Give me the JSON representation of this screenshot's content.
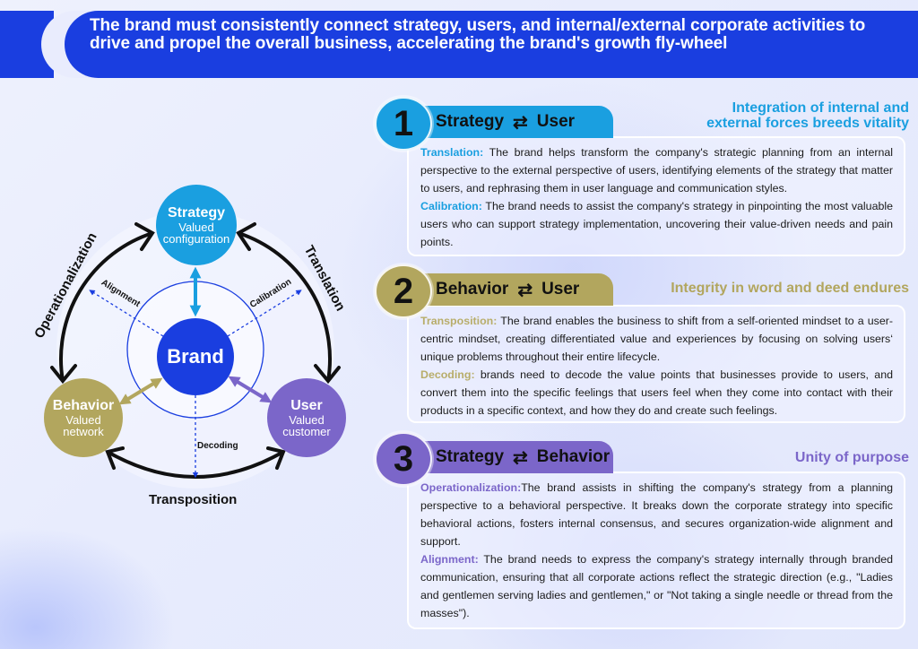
{
  "header": {
    "title": "The brand must consistently connect strategy, users, and internal/external corporate activities to drive and propel the overall business, accelerating the brand's growth fly-wheel"
  },
  "colors": {
    "brand_blue": "#1a3ee0",
    "strategy_blue": "#1a9fe0",
    "behavior_olive": "#b2a65e",
    "user_purple": "#7b66c9"
  },
  "diagram": {
    "nodes": {
      "strategy": {
        "title": "Strategy",
        "sub1": "Valued",
        "sub2": "configuration"
      },
      "brand": {
        "title": "Brand"
      },
      "behavior": {
        "title": "Behavior",
        "sub1": "Valued",
        "sub2": "network"
      },
      "user": {
        "title": "User",
        "sub1": "Valued",
        "sub2": "customer"
      }
    },
    "outer_labels": {
      "operationalization": "Operationalization",
      "translation": "Translation",
      "transposition": "Transposition"
    },
    "inner_labels": {
      "alignment": "Alignment",
      "calibration": "Calibration",
      "decoding": "Decoding"
    }
  },
  "sections": [
    {
      "number": "1",
      "left": "Strategy",
      "arrow": "⇄",
      "right": "User",
      "tagline_line1": "Integration of internal and",
      "tagline_line2": "external forces breeds vitality",
      "items": [
        {
          "keyword": "Translation:",
          "text": " The brand helps transform the company's strategic planning from an internal perspective to the external perspective of users, identifying elements of the strategy that matter to users, and rephrasing them in user language and communication styles."
        },
        {
          "keyword": "Calibration:",
          "text": " The brand needs to assist the company's strategy in pinpointing the most valuable users who can support strategy implementation, uncovering their value-driven needs and pain points."
        }
      ]
    },
    {
      "number": "2",
      "left": "Behavior",
      "arrow": "⇄",
      "right": "User",
      "tagline_line1": "Integrity in word and deed endures",
      "tagline_line2": "",
      "items": [
        {
          "keyword": "Transposition:",
          "text": " The brand enables the business to shift from a self-oriented mindset to a user-centric mindset, creating differentiated value and experiences by focusing on solving users‘ unique problems throughout their entire lifecycle."
        },
        {
          "keyword": "Decoding:",
          "text": " brands need to decode the value points that businesses provide to users, and convert them into the specific feelings that users feel when they come into contact with their products in a specific context, and how they do and create such feelings."
        }
      ]
    },
    {
      "number": "3",
      "left": "Strategy",
      "arrow": "⇄",
      "right": "Behavior",
      "tagline_line1": "Unity of purpose",
      "tagline_line2": "",
      "items": [
        {
          "keyword": "Operationalization:",
          "text": "The brand assists in shifting the company's strategy from a planning perspective to a behavioral perspective. It breaks down the corporate strategy into specific behavioral actions, fosters internal consensus, and secures organization-wide alignment and support."
        },
        {
          "keyword": "Alignment:",
          "text": " The brand needs to express the company's strategy internally through branded communication, ensuring that all corporate actions reflect the strategic direction (e.g., \"Ladies and gentlemen serving ladies and gentlemen,\" or \"Not taking a single needle or thread from the masses\")."
        }
      ]
    }
  ]
}
